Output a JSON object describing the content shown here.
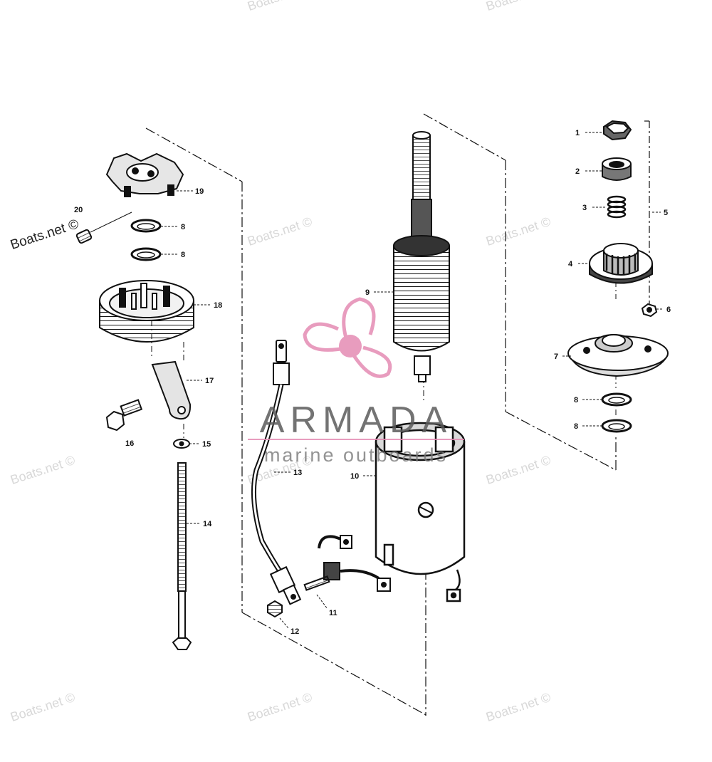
{
  "watermarks": {
    "site": "Boats.net ©"
  },
  "brand": {
    "name": "ARMADA",
    "tagline": "marine outboards",
    "accent": "#e48bb3"
  },
  "callouts": {
    "c1": "1",
    "c2": "2",
    "c3": "3",
    "c4": "4",
    "c5": "5",
    "c6": "6",
    "c7": "7",
    "c8a": "8",
    "c8b": "8",
    "c8c": "8",
    "c8d": "8",
    "c9": "9",
    "c10": "10",
    "c11": "11",
    "c12": "12",
    "c13": "13",
    "c14": "14",
    "c15": "15",
    "c16": "16",
    "c17": "17",
    "c18": "18",
    "c19": "19",
    "c20": "20"
  }
}
